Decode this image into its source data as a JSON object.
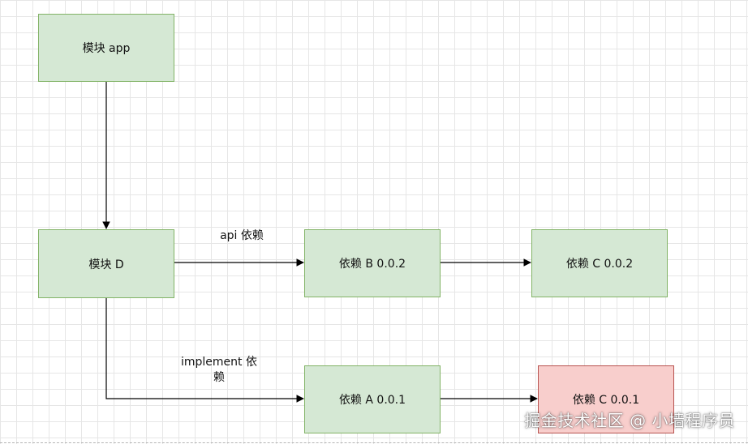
{
  "nodes": {
    "module_app": "模块 app",
    "module_d": "模块 D",
    "dep_b": "依赖 B 0.0.2",
    "dep_c_002": "依赖 C 0.0.2",
    "dep_a": "依赖 A 0.0.1",
    "dep_c_001": "依赖 C 0.0.1"
  },
  "edge_labels": {
    "api": "api 依赖",
    "implement_line1": "implement 依",
    "implement_line2": "赖"
  },
  "watermark": "掘金技术社区 @ 小墙程序员",
  "colors": {
    "green_fill": "#d5e8d4",
    "green_stroke": "#82b366",
    "red_fill": "#f8cecc",
    "red_stroke": "#b85450",
    "edge": "#000000"
  }
}
